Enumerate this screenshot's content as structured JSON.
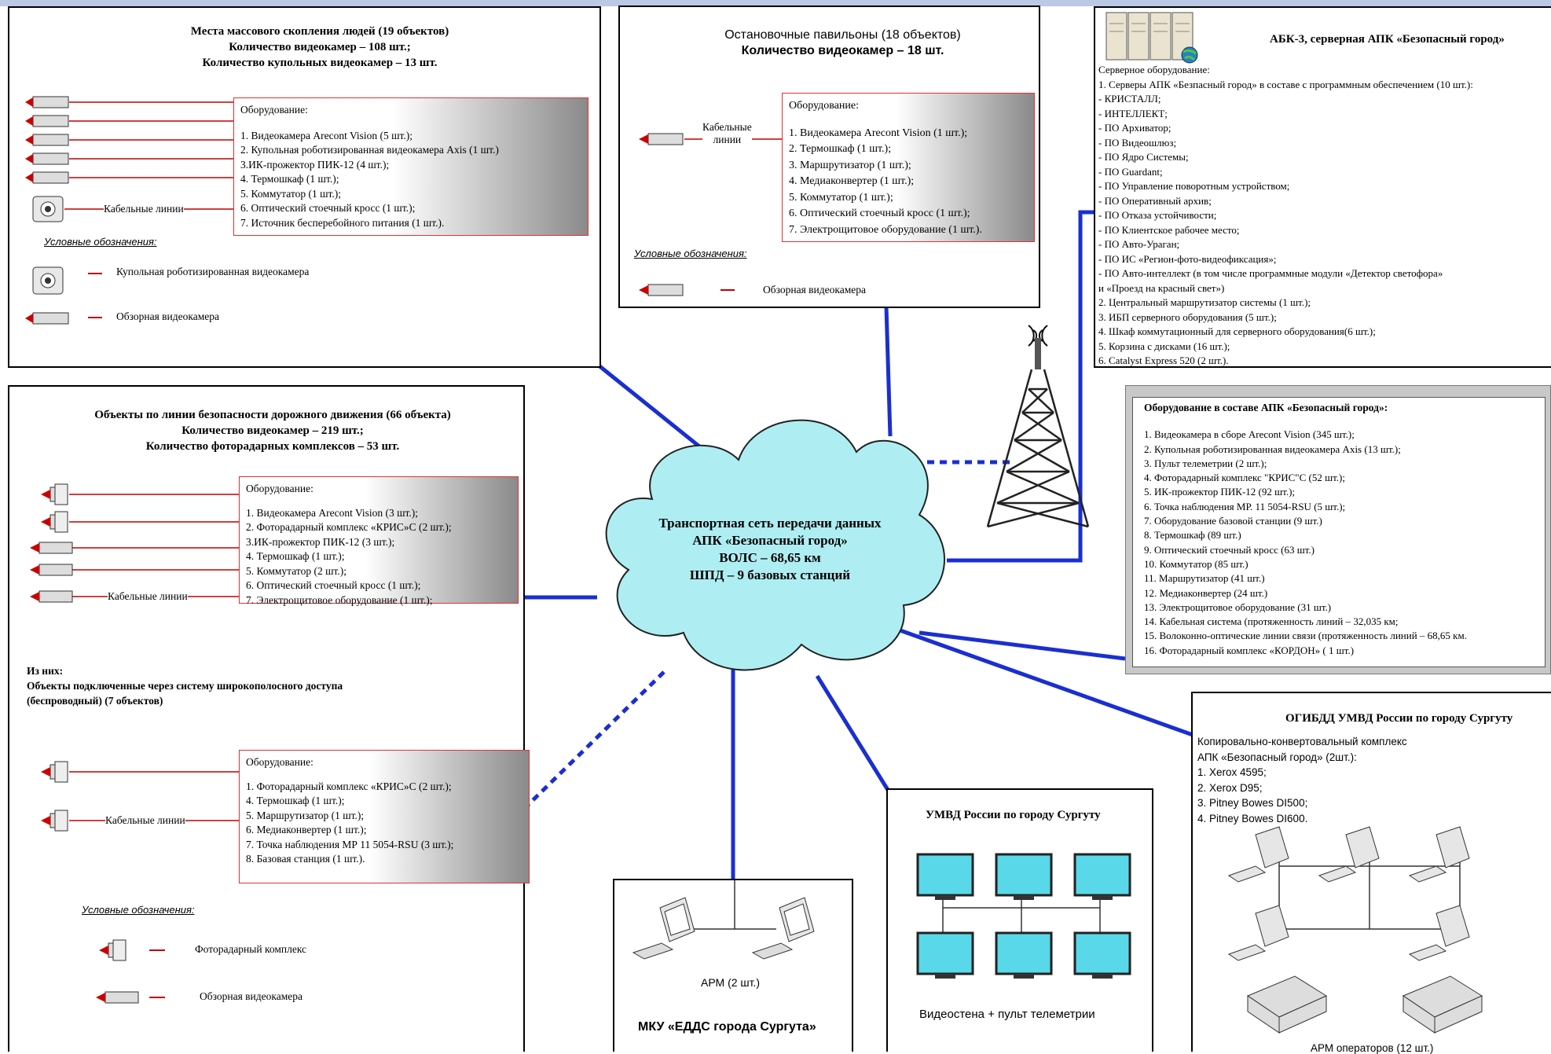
{
  "top_left": {
    "title_lines": [
      "Места массового скопления людей (19 объектов)",
      "Количество видеокамер – 108 шт.;",
      "Количество купольных видеокамер – 13 шт."
    ],
    "equip_head": "Оборудование:",
    "equip_items": [
      "1. Видеокамера Arecont Vision (5 шт.);",
      "2. Купольная роботизированная видеокамера Axis (1 шт.)",
      "3.ИК-прожектор ПИК-12 (4 шт.);",
      "4. Термошкаф (1 шт.);",
      "5. Коммутатор (1 шт.);",
      "6. Оптический стоечный кросс (1 шт.);",
      "7. Источник бесперебойного питания (1 шт.)."
    ],
    "cable_label": "Кабельные линии",
    "legend_title": "Условные обозначения:",
    "legend_items": [
      "Купольная роботизированная видеокамера",
      "Обзорная видеокамера"
    ]
  },
  "top_mid": {
    "title_lines": [
      "Остановочные павильоны (18 объектов)",
      "Количество видеокамер – 18 шт."
    ],
    "equip_head": "Оборудование:",
    "equip_items": [
      "1. Видеокамера Arecont Vision (1 шт.);",
      "2. Термошкаф (1 шт.);",
      "3. Маршрутизатор (1 шт.);",
      "4. Медиаконвертер (1 шт.);",
      "5. Коммутатор (1 шт.);",
      "6. Оптический стоечный кросс (1 шт.);",
      "7. Электрощитовое оборудование (1 шт.)."
    ],
    "cable_label_lines": [
      "Кабельные",
      "линии"
    ],
    "legend_title": "Условные обозначения:",
    "legend_items": [
      "Обзорная видеокамера"
    ]
  },
  "abk": {
    "title": "АБК-3, серверная АПК «Безопасный город»",
    "items": [
      "Серверное оборудование:",
      "1. Серверы АПК «Безпасный город» в составе с программным обеспечением (10 шт.):",
      "- КРИСТАЛЛ;",
      "- ИНТЕЛЛЕКТ;",
      "- ПО Архиватор;",
      "- ПО Видеошлюз;",
      "- ПО Ядро Системы;",
      "- ПО Guardant;",
      "- ПО Управление поворотным устройством;",
      "- ПО Оперативный архив;",
      "- ПО Отказа устойчивости;",
      "- ПО Клиентское рабочее место;",
      "- ПО Авто-Ураган;",
      "- ПО ИС «Регион-фото-видеофиксация»;",
      "- ПО Авто-интеллект (в том числе программные модули «Детектор светофора»",
      "   и «Проезд на красный свет»)",
      "2. Центральный маршрутизатор системы (1 шт.);",
      "3. ИБП серверного оборудования (5 шт.);",
      "4. Шкаф коммутационный для серверного оборудования(6 шт.);",
      "5. Корзина с дисками (16 шт.);",
      "6. Catalyst Express 520   (2 шт.)."
    ]
  },
  "equipment_total": {
    "title": "Оборудование в составе АПК «Безопасный город»:",
    "items": [
      "1. Видеокамера в сборе Arecont Vision  (345 шт.);",
      "2. Купольная роботизированная видеокамера Axis (13 шт.);",
      "3. Пульт телеметрии (2 шт.);",
      "4. Фоторадарный комплекс \"КРИС\"С (52 шт.);",
      "5. ИК-прожектор ПИК-12 (92 шт.);",
      "6. Точка наблюдения МР. 11 5054-RSU (5 шт.);",
      "7. Оборудование базовой станции (9 шт.)",
      "8. Термошкаф (89 шт.)",
      "9. Оптический стоечный кросс (63 шт.)",
      "10. Коммутатор (85 шт.)",
      "11. Маршрутизатор (41 шт.)",
      "12. Медиаконвертер (24 шт.)",
      "13. Электрощитовое оборудование (31 шт.)",
      "14. Кабельная система (протяженность линий – 32,035 км;",
      "15. Волоконно-оптические линии связи (протяженность линий – 68,65 км.",
      "16. Фоторадарный комплекс «КОРДОН» ( 1 шт.)"
    ]
  },
  "road": {
    "title_lines": [
      "Объекты по линии безопасности дорожного движения (66 объекта)",
      "Количество видеокамер – 219 шт.;",
      "Количество фоторадарных комплексов  – 53 шт."
    ],
    "equip_head": "Оборудование:",
    "equip_items": [
      "1. Видеокамера Arecont Vision (3 шт.);",
      "2. Фоторадарный комплекс «КРИС»С (2 шт.);",
      "3.ИК-прожектор ПИК-12 (3 шт.);",
      "4. Термошкаф (1 шт.);",
      "5. Коммутатор (2 шт.);",
      "6. Оптический стоечный кросс (1 шт.);",
      "7. Электрощитовое оборудование (1 шт.);"
    ],
    "cable_label": "Кабельные линии",
    "sub_lines": [
      "Из них:",
      "Объекты подключенные через систему широкополосного доступа",
      "(беспроводный) (7 объектов)"
    ],
    "equip2_head": "Оборудование:",
    "equip2_items": [
      "1. Фоторадарный комплекс «КРИС»С (2 шт.);",
      "4. Термошкаф (1 шт.);",
      "5. Маршрутизатор (1 шт.);",
      "6. Медиаконвертер (1 шт.);",
      "7. Точка наблюдения МР 11 5054-RSU (3 шт.);",
      "8. Базовая станция (1 шт.)."
    ],
    "cable_label2": "Кабельные линии",
    "legend_title": "Условные обозначения:",
    "legend_items": [
      "Фоторадарный комплекс",
      "Обзорная видеокамера"
    ]
  },
  "cloud": {
    "lines": [
      "Транспортная сеть передачи данных",
      "АПК «Безопасный город»",
      "ВОЛС – 68,65 км",
      "ШПД – 9 базовых станций"
    ]
  },
  "mku": {
    "arm": "АРМ (2 шт.)",
    "title": "МКУ «ЕДДС города Сургута»"
  },
  "umvd": {
    "title": "УМВД России по городу Сургуту",
    "caption": "Видеостена + пульт телеметрии"
  },
  "ogibdd": {
    "title": "ОГИБДД УМВД России по городу Сургуту",
    "lines": [
      "Копировально-конвертовальный комплекс",
      "АПК «Безопасный город» (2шт.):",
      "1. Xerox 4595;",
      "2. Xerox D95;",
      "3. Pitney Bowes DI500;",
      "4. Pitney Bowes DI600."
    ],
    "caption": "АРМ операторов (12 шт.)"
  },
  "colors": {
    "link_blue": "#1a2fd0",
    "cloud_fill": "#aeeef3",
    "equip_border": "#dd3333",
    "cable_red": "#c00000"
  }
}
